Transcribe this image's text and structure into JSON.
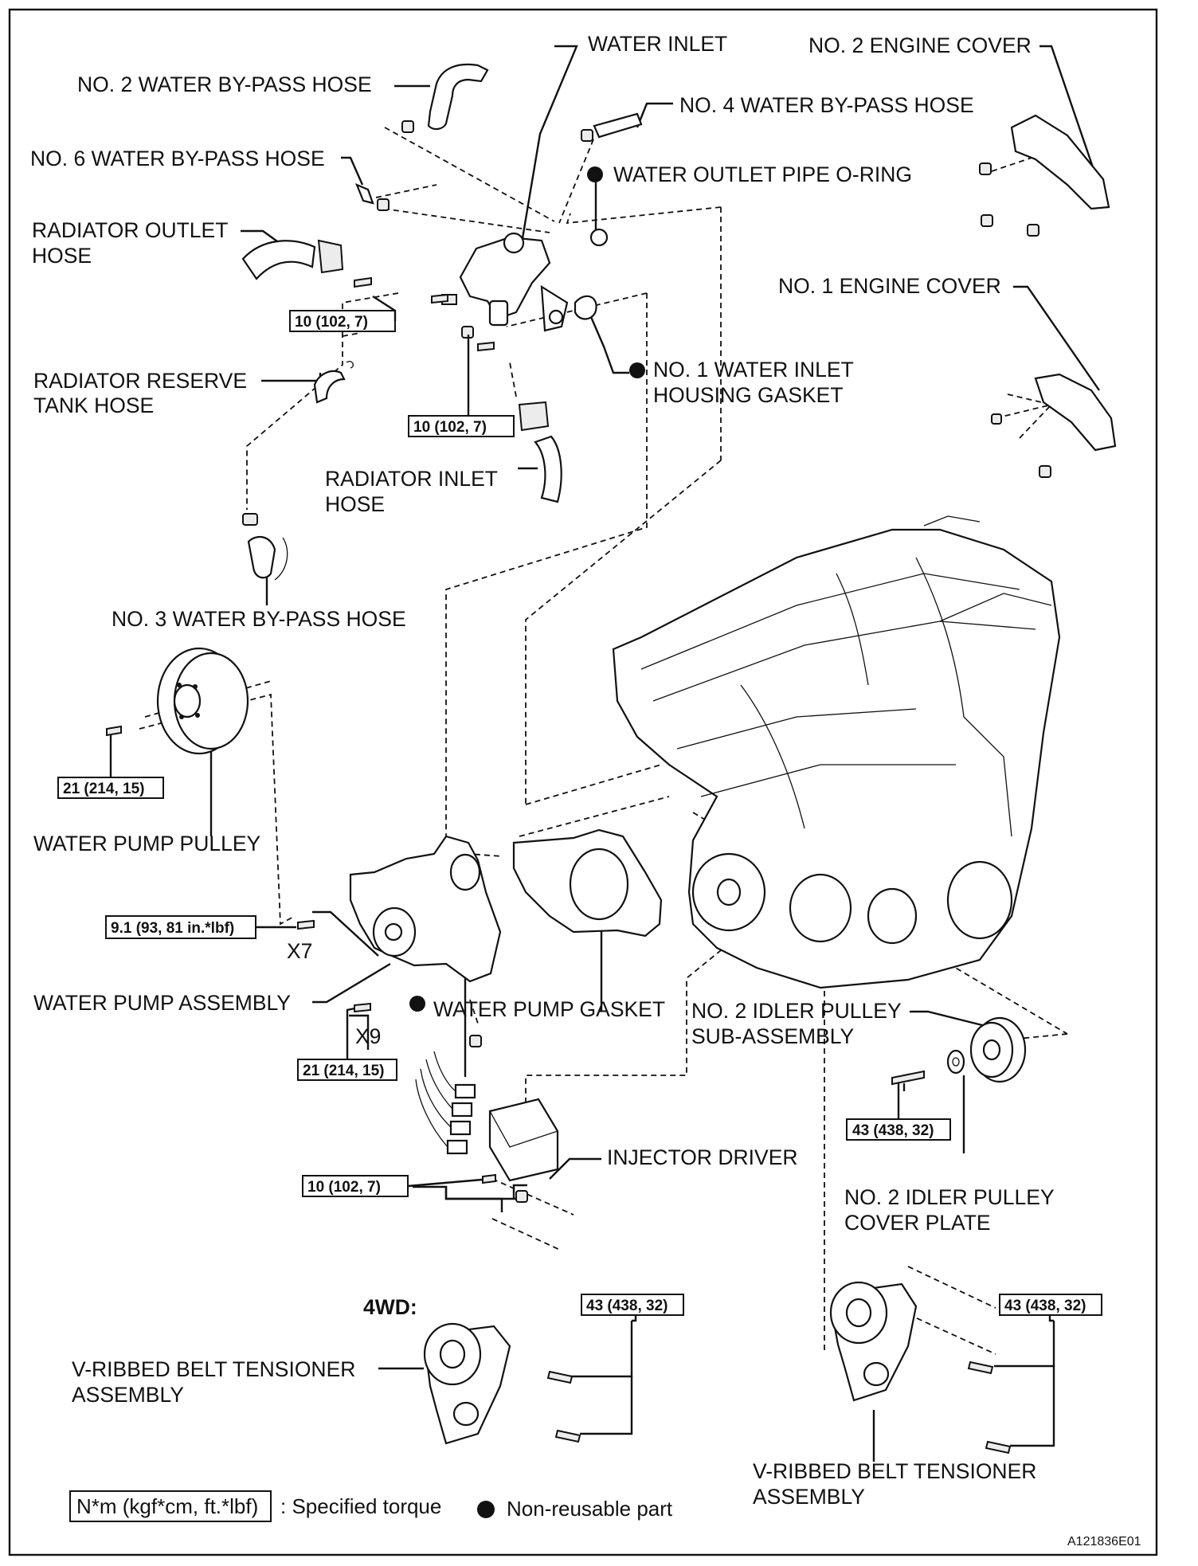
{
  "labels": {
    "water_inlet": "WATER INLET",
    "no2_engine_cover": "NO. 2 ENGINE COVER",
    "no2_bypass_hose": "NO. 2 WATER BY-PASS HOSE",
    "no4_bypass_hose": "NO. 4 WATER BY-PASS HOSE",
    "no6_bypass_hose": "NO. 6 WATER BY-PASS HOSE",
    "water_outlet_oring": "WATER OUTLET PIPE O-RING",
    "radiator_outlet_hose_1": "RADIATOR OUTLET",
    "radiator_outlet_hose_2": "HOSE",
    "no1_engine_cover": "NO. 1 ENGINE COVER",
    "radiator_reserve_1": "RADIATOR RESERVE",
    "radiator_reserve_2": "TANK HOSE",
    "no1_inlet_gasket_1": "NO. 1 WATER INLET",
    "no1_inlet_gasket_2": "HOUSING GASKET",
    "radiator_inlet_1": "RADIATOR INLET",
    "radiator_inlet_2": "HOSE",
    "no3_bypass_hose": "NO. 3 WATER BY-PASS HOSE",
    "water_pump_pulley": "WATER PUMP PULLEY",
    "x7": "X7",
    "water_pump_assembly": "WATER PUMP ASSEMBLY",
    "water_pump_gasket": "WATER PUMP GASKET",
    "no2_idler_1": "NO. 2 IDLER PULLEY",
    "no2_idler_2": "SUB-ASSEMBLY",
    "x9": "X9",
    "injector_driver": "INJECTOR DRIVER",
    "no2_idler_cover_1": "NO. 2 IDLER PULLEY",
    "no2_idler_cover_2": "COVER PLATE",
    "fourwd": "4WD:",
    "tensioner_left_1": "V-RIBBED BELT TENSIONER",
    "tensioner_left_2": "ASSEMBLY",
    "tensioner_right_1": "V-RIBBED BELT TENSIONER",
    "tensioner_right_2": "ASSEMBLY"
  },
  "torques": {
    "t_outlet_bolt": "10 (102, 7)",
    "t_inlet_bolt": "10 (102, 7)",
    "t_pulley": "21 (214, 15)",
    "t_pump_x7": "9.1 (93, 81 in.*lbf)",
    "t_pump_x9": "21 (214, 15)",
    "t_idler": "43 (438, 32)",
    "t_injector": "10 (102, 7)",
    "t_tensioner_left": "43 (438, 32)",
    "t_tensioner_right": "43 (438, 32)"
  },
  "legend": {
    "torque_unit": "N*m (kgf*cm, ft.*lbf)",
    "torque_text": ": Specified torque",
    "nonreusable_text": "Non-reusable part"
  },
  "figure_id": "A121836E01"
}
